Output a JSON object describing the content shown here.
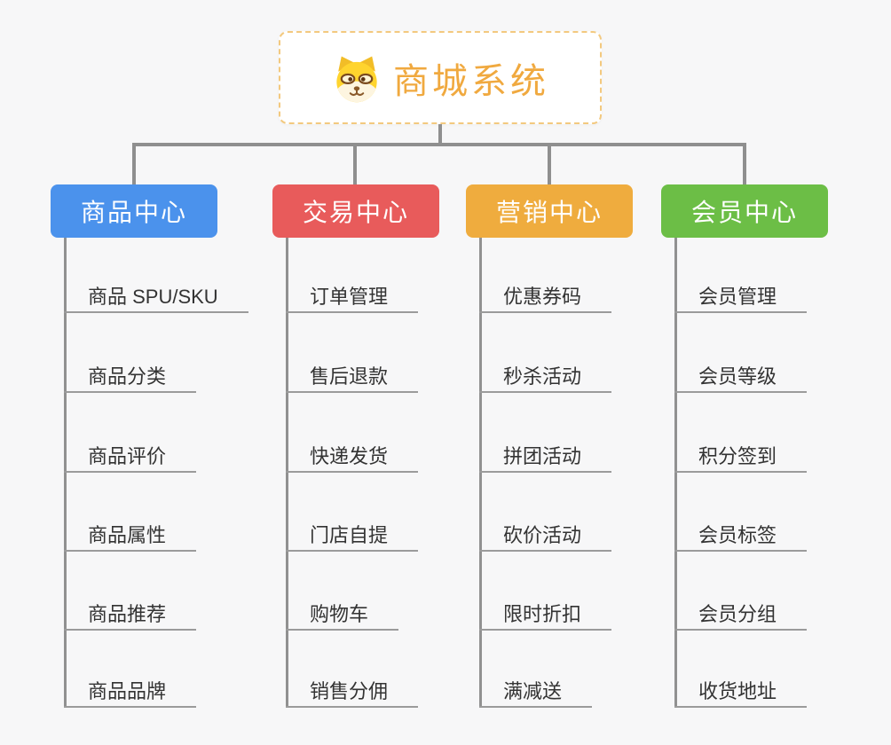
{
  "page": {
    "background_color": "#f7f7f8",
    "connector_color": "#8f8f8f",
    "underline_color": "#9b9b9b"
  },
  "root": {
    "title": "商城系统",
    "icon": "dog-face-icon",
    "text_color": "#f0a93f",
    "border_color": "#f3c97f"
  },
  "branches": [
    {
      "label": "商品中心",
      "color": "#4b92ec",
      "items": [
        "商品 SPU/SKU",
        "商品分类",
        "商品评价",
        "商品属性",
        "商品推荐",
        "商品品牌"
      ]
    },
    {
      "label": "交易中心",
      "color": "#e85b5b",
      "items": [
        "订单管理",
        "售后退款",
        "快递发货",
        "门店自提",
        "购物车",
        "销售分佣"
      ]
    },
    {
      "label": "营销中心",
      "color": "#efac3e",
      "items": [
        "优惠券码",
        "秒杀活动",
        "拼团活动",
        "砍价活动",
        "限时折扣",
        "满减送"
      ]
    },
    {
      "label": "会员中心",
      "color": "#6cbe46",
      "items": [
        "会员管理",
        "会员等级",
        "积分签到",
        "会员标签",
        "会员分组",
        "收货地址"
      ]
    }
  ]
}
